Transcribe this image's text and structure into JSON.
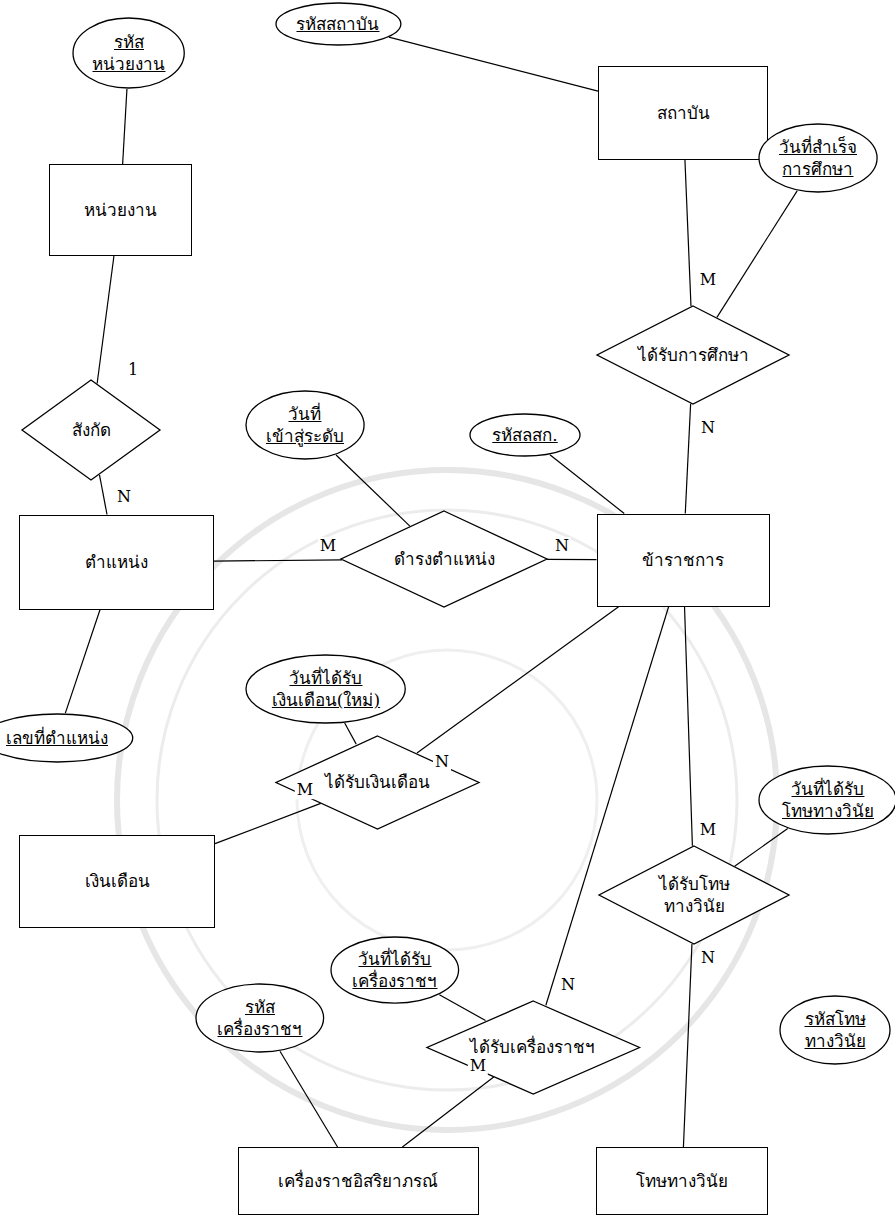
{
  "diagram": {
    "nodes": [
      {
        "text": [
          "รหัส หน่วยงาน"
        ]
      },
      {
        "text": [
          "หน่วยงาน"
        ]
      },
      {
        "text": [
          "รหัสสถาบัน"
        ]
      },
      {
        "text": [
          "สถาบัน"
        ]
      },
      {
        "text": [
          "วันที่สำเร็จ การศึกษา"
        ]
      },
      {
        "text": [
          "ได้รับการศึกษา"
        ]
      },
      {
        "text": [
          "สังกัด"
        ]
      },
      {
        "text": [
          "วันที่ เข้าสู่ระดับ"
        ]
      },
      {
        "text": [
          "รหัสลสก."
        ]
      },
      {
        "text": [
          "ตำแหน่ง"
        ]
      },
      {
        "text": [
          "ดำรงตำแหน่ง"
        ]
      },
      {
        "text": [
          "ข้าราชการ"
        ]
      },
      {
        "text": [
          "วันที่ได้รับ เงินเดือน(ใหม่)"
        ]
      },
      {
        "text": [
          "เลขที่ตำแหน่ง"
        ]
      },
      {
        "text": [
          "ได้รับเงินเดือน"
        ]
      },
      {
        "text": [
          "เงินเดือน"
        ]
      },
      {
        "text": [
          "วันที่ได้รับ โทษทางวินัย"
        ]
      },
      {
        "text": [
          "ได้รับโทษ ทางวินัย"
        ]
      },
      {
        "text": [
          "วันที่ได้รับ เครื่องราชฯ"
        ]
      },
      {
        "text": [
          "รหัส เครื่องราชฯ"
        ]
      },
      {
        "text": [
          "ได้รับเครื่องราชฯ"
        ]
      },
      {
        "text": [
          "รหัสโทษ ทางวินัย"
        ]
      },
      {
        "text": [
          "เครื่องราชอิสริยาภรณ์"
        ]
      },
      {
        "text": [
          "โทษทางวินัย"
        ]
      }
    ],
    "edges": [
      {
        "from": 0,
        "to": 1,
        "arrow": "none"
      },
      {
        "from": 2,
        "to": 3,
        "arrow": "none"
      },
      {
        "from": 3,
        "to": 5,
        "label": "M",
        "arrow": "none"
      },
      {
        "from": 4,
        "to": 5,
        "arrow": "none"
      },
      {
        "from": 5,
        "to": 11,
        "label": "N",
        "arrow": "none"
      },
      {
        "from": 1,
        "to": 6,
        "label": "1",
        "arrow": "none"
      },
      {
        "from": 6,
        "to": 9,
        "label": "N",
        "arrow": "none"
      },
      {
        "from": 7,
        "to": 10,
        "arrow": "none"
      },
      {
        "from": 8,
        "to": 11,
        "arrow": "none"
      },
      {
        "from": 9,
        "to": 10,
        "label": "M",
        "arrow": "none"
      },
      {
        "from": 10,
        "to": 11,
        "label": "N",
        "arrow": "none"
      },
      {
        "from": 9,
        "to": 13,
        "arrow": "none"
      },
      {
        "from": 12,
        "to": 14,
        "arrow": "none"
      },
      {
        "from": 15,
        "to": 14,
        "label": "M",
        "arrow": "none"
      },
      {
        "from": 14,
        "to": 11,
        "label": "N",
        "arrow": "none"
      },
      {
        "from": 11,
        "to": 17,
        "label": "M",
        "arrow": "none"
      },
      {
        "from": 16,
        "to": 17,
        "arrow": "none"
      },
      {
        "from": 17,
        "to": 23,
        "label": "N",
        "arrow": "none"
      },
      {
        "from": 18,
        "to": 20,
        "arrow": "none"
      },
      {
        "from": 19,
        "to": 22,
        "arrow": "none"
      },
      {
        "from": 22,
        "to": 20,
        "label": "M",
        "arrow": "none"
      },
      {
        "from": 20,
        "to": 11,
        "label": "N",
        "arrow": "none"
      }
    ]
  }
}
